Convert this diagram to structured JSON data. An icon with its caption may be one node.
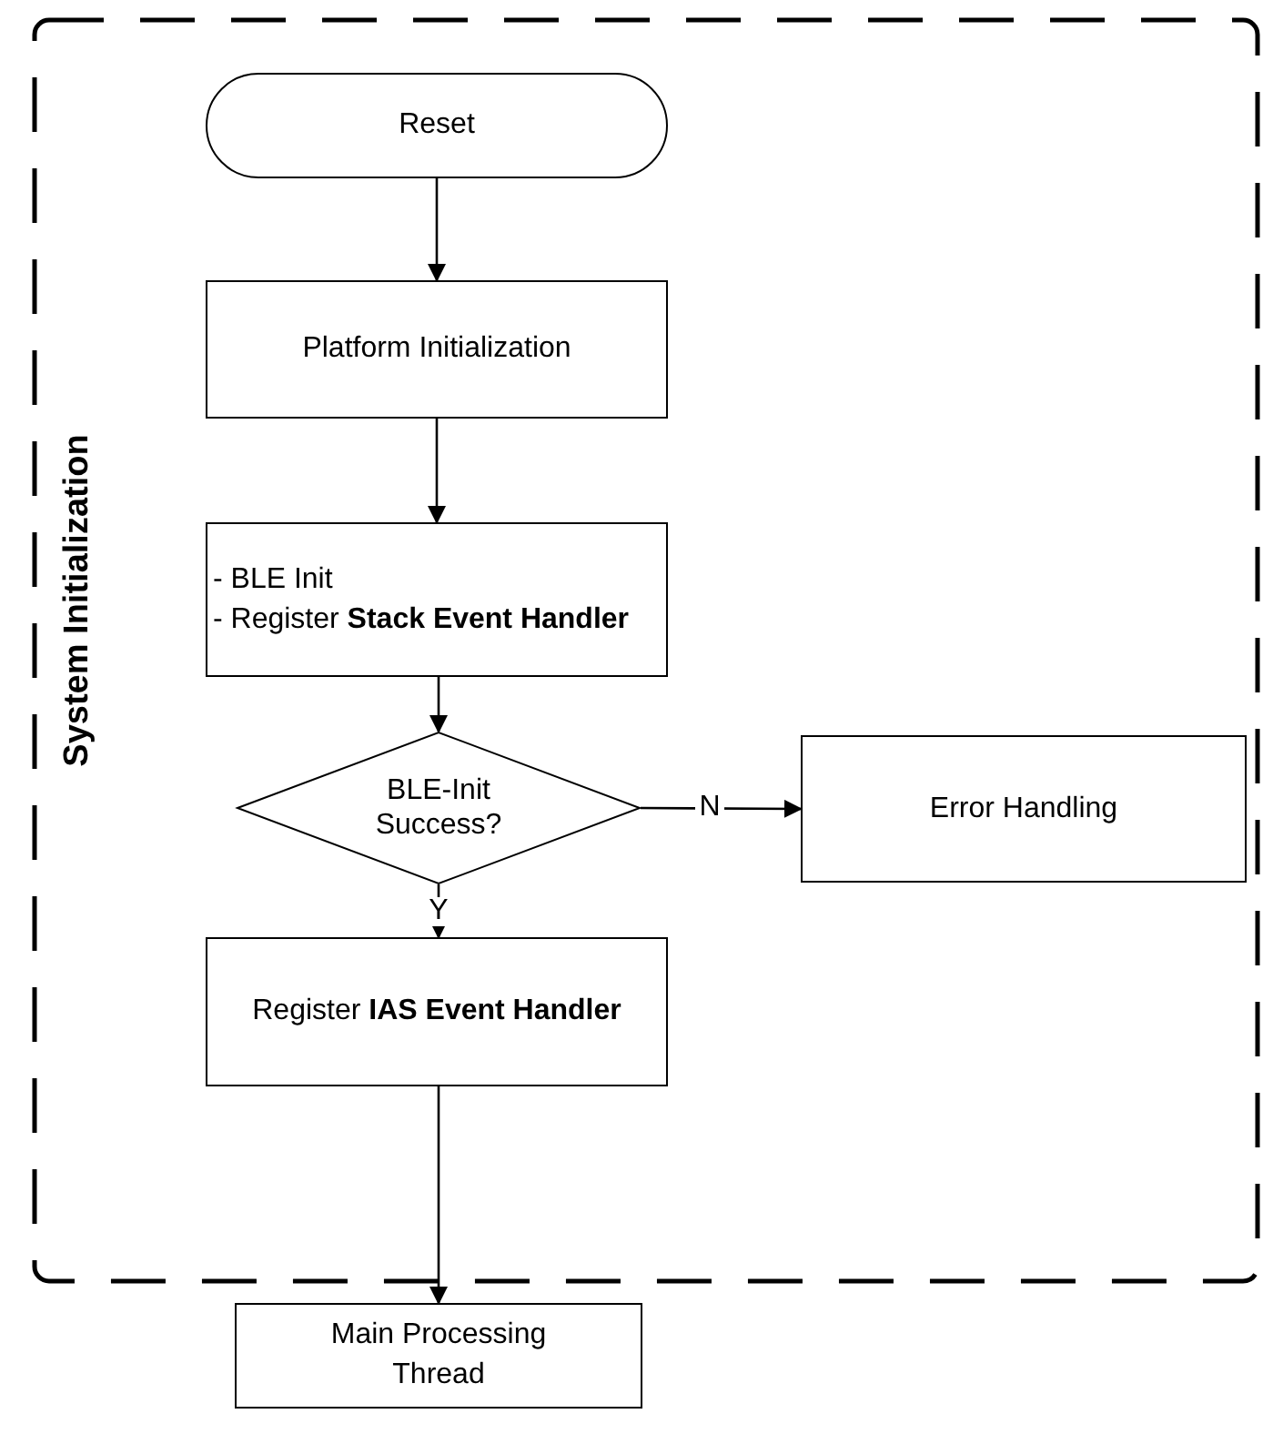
{
  "diagram": {
    "nodes": [
      {
        "text": [
          "System Initialization"
        ]
      },
      {
        "text": [
          "Reset"
        ],
        "in": 0
      },
      {
        "text": [
          "Platform Initialization"
        ],
        "in": 0
      },
      {
        "text": [
          "- BLE Init",
          "- Register **Stack Event Handler**"
        ],
        "in": 0
      },
      {
        "text": [
          "BLE-Init Success?"
        ],
        "in": 0
      },
      {
        "text": [
          "Error Handling"
        ],
        "in": 0
      },
      {
        "text": [
          "Register **IAS Event Handler**"
        ],
        "in": 0
      },
      {
        "text": [
          "Main Processing Thread"
        ]
      }
    ],
    "edges": [
      {
        "from": 1,
        "to": 2,
        "arrow": "to"
      },
      {
        "from": 2,
        "to": 3,
        "arrow": "to"
      },
      {
        "from": 3,
        "to": 4,
        "arrow": "to"
      },
      {
        "from": 4,
        "to": 5,
        "arrow": "to",
        "label": "N"
      },
      {
        "from": 4,
        "to": 6,
        "arrow": "to",
        "label": "Y"
      },
      {
        "from": 6,
        "to": 7,
        "arrow": "to"
      }
    ]
  }
}
